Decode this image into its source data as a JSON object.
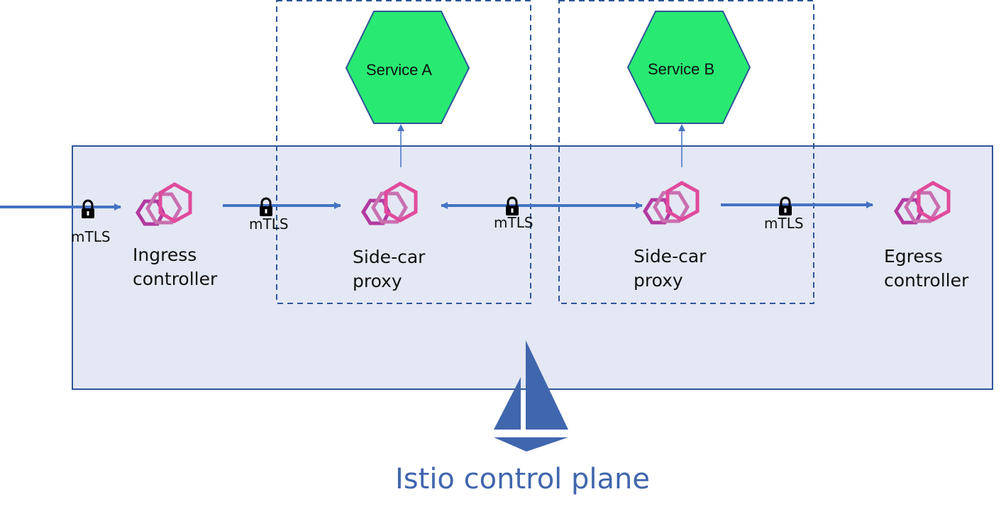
{
  "diagram": {
    "colors": {
      "mesh_fill": "#e4e8f4",
      "mesh_border": "#2f5597",
      "arrow": "#4472c4",
      "service_fill": "#28ea72",
      "service_border": "#2f5597",
      "envoy_dark": "#b23aa0",
      "envoy_mid": "#c96fb0",
      "envoy_bright": "#e04b9c",
      "istio_sail": "#4066ad",
      "title": "#4066ad",
      "text": "#111111"
    },
    "services": [
      {
        "id": "service-a",
        "label": "Service A"
      },
      {
        "id": "service-b",
        "label": "Service B"
      }
    ],
    "proxies": [
      {
        "id": "ingress",
        "icon": "envoy-proxy-icon",
        "line1": "Ingress",
        "line2": "controller"
      },
      {
        "id": "sidecar-a",
        "icon": "envoy-proxy-icon",
        "line1": "Side-car",
        "line2": "proxy"
      },
      {
        "id": "sidecar-b",
        "icon": "envoy-proxy-icon",
        "line1": "Side-car",
        "line2": "proxy"
      },
      {
        "id": "egress",
        "icon": "envoy-proxy-icon",
        "line1": "Egress",
        "line2": "controller"
      }
    ],
    "connections": [
      {
        "from": "external",
        "to": "ingress",
        "label": "mTLS",
        "icon": "lock-icon",
        "bidirectional": false
      },
      {
        "from": "ingress",
        "to": "sidecar-a",
        "label": "mTLS",
        "icon": "lock-icon",
        "bidirectional": false
      },
      {
        "from": "sidecar-a",
        "to": "sidecar-b",
        "label": "mTLS",
        "icon": "lock-icon",
        "bidirectional": true
      },
      {
        "from": "sidecar-b",
        "to": "egress",
        "label": "mTLS",
        "icon": "lock-icon",
        "bidirectional": false
      },
      {
        "from": "sidecar-a",
        "to": "service-a",
        "label": "",
        "bidirectional": false
      },
      {
        "from": "sidecar-b",
        "to": "service-b",
        "label": "",
        "bidirectional": false
      }
    ],
    "control_plane": {
      "icon": "istio-sail-icon",
      "label": "Istio control plane"
    }
  }
}
